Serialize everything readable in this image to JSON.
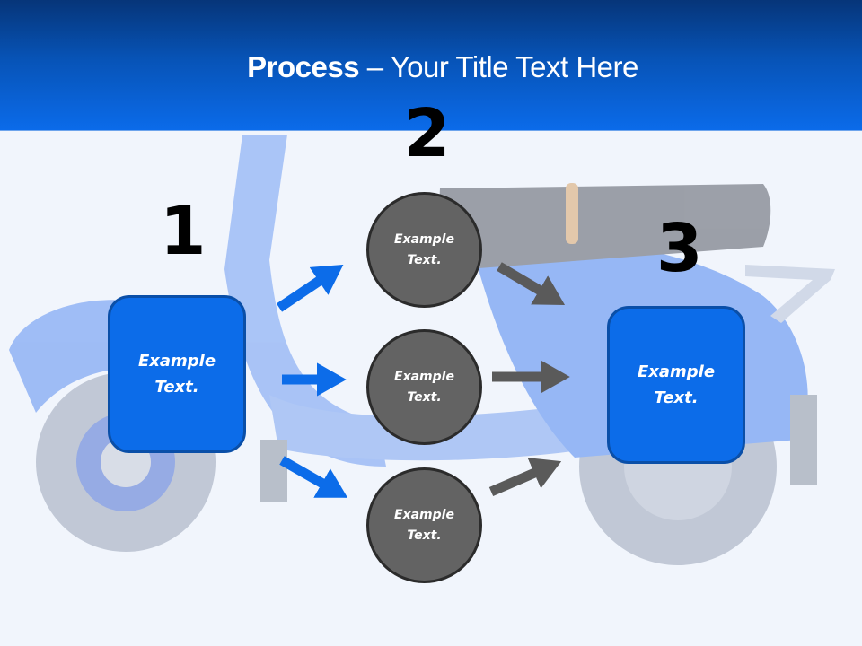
{
  "slide": {
    "title_bold": "Process",
    "title_rest": " – Your Title Text Here",
    "background_image": "blue-scooter-photo",
    "colors": {
      "header_top": "#063579",
      "header_bottom": "#0b6bea",
      "box_fill": "#0c6ce9",
      "circle_fill": "#636363",
      "blue_arrow": "#0c6ce9",
      "gray_arrow": "#5a5a5a",
      "background": "#f1f5fc"
    }
  },
  "steps": [
    {
      "number": "1",
      "box": {
        "line1": "Example",
        "line2": "Text."
      }
    },
    {
      "number": "2",
      "circles": [
        {
          "line1": "Example",
          "line2": "Text."
        },
        {
          "line1": "Example",
          "line2": "Text."
        },
        {
          "line1": "Example",
          "line2": "Text."
        }
      ]
    },
    {
      "number": "3",
      "box": {
        "line1": "Example",
        "line2": "Text."
      }
    }
  ]
}
